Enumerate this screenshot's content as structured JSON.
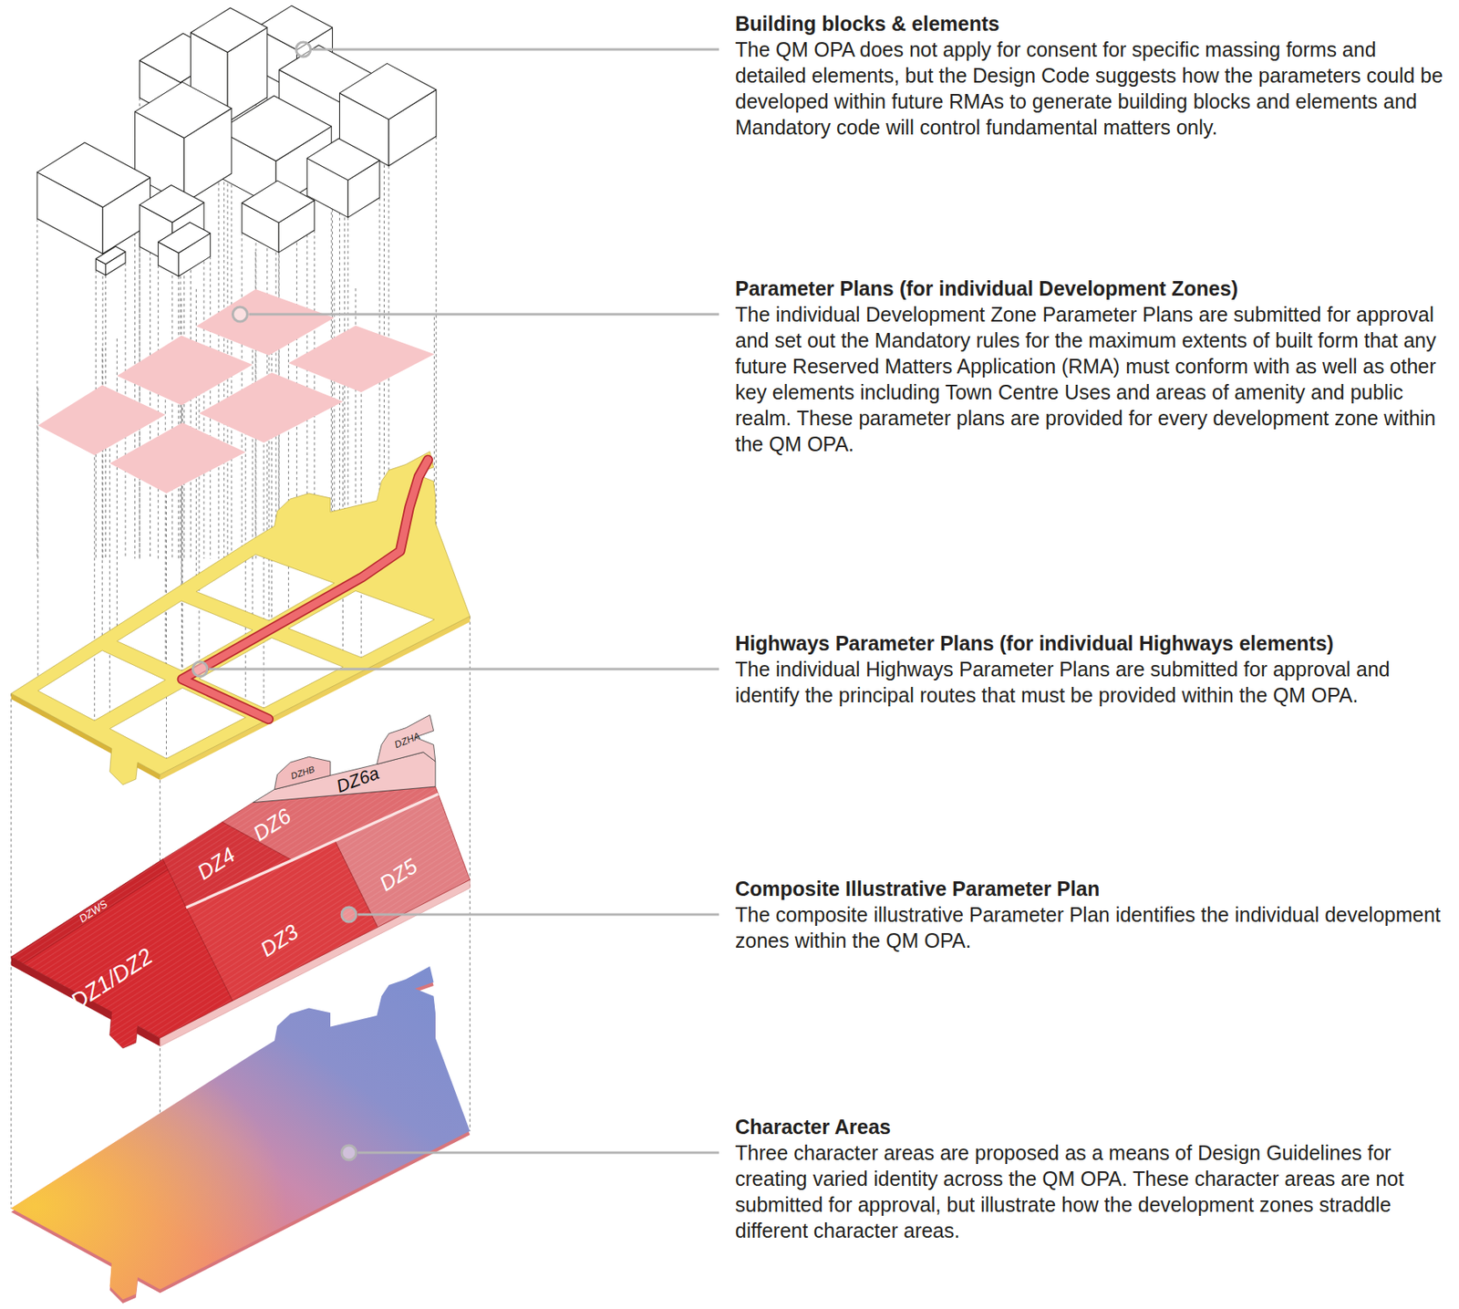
{
  "diagram": {
    "labels": [
      "Building blocks & elements",
      "The QM OPA does not apply for consent for specific massing forms and detailed elements, but the Design Code suggests how the parameters could be developed within future RMAs to generate building blocks and elements and Mandatory code will control fundamental matters only.",
      "Parameter Plans (for individual Development Zones)",
      "The individual Development Zone Parameter Plans are submitted for approval and set out the Mandatory rules for the maximum extents of built form that any future Reserved Matters Application (RMA) must conform with as well as other key elements including Town Centre Uses and areas of amenity and public realm. These parameter plans are provided for every development zone within the QM OPA.",
      "Highways Parameter Plans (for individual Highways elements)",
      "The individual Highways Parameter Plans are submitted for approval and identify the principal routes that must be provided within the QM OPA.",
      "Composite Illustrative Parameter Plan",
      "The composite illustrative Parameter Plan identifies the individual development zones within the QM OPA.",
      "Character Areas",
      "Three character areas are proposed as a means of Design Guidelines for creating varied identity across the QM OPA. These character areas are not submitted for approval, but illustrate how the development zones straddle different character areas.",
      "DZHA",
      "DZHB",
      "DZ6a",
      "DZ6",
      "DZWS",
      "DZ4",
      "DZ5",
      "DZ1/DZ2",
      "DZ3"
    ]
  }
}
